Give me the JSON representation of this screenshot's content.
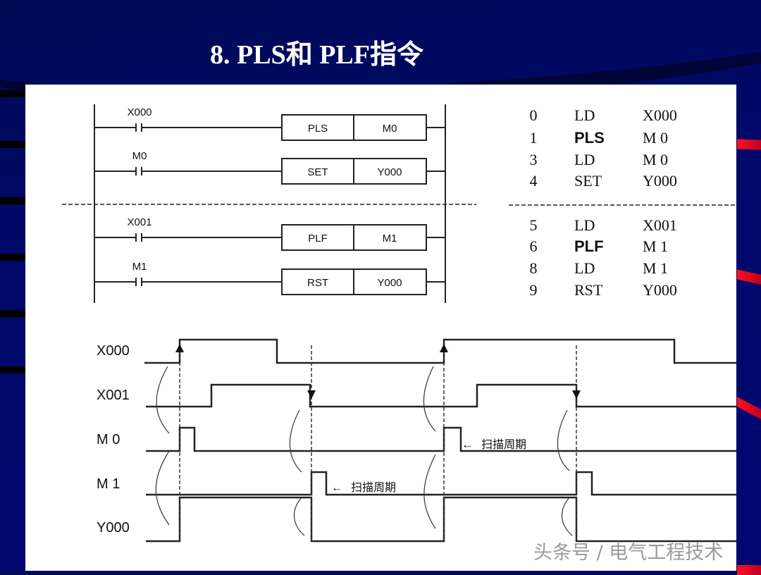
{
  "title": "8.   PLS和 PLF指令",
  "ladder": {
    "rungs": [
      {
        "contact": "X000",
        "instruction": "PLS",
        "operand": "M0"
      },
      {
        "contact": "M0",
        "instruction": "SET",
        "operand": "Y000"
      },
      {
        "contact": "X001",
        "instruction": "PLF",
        "operand": "M1"
      },
      {
        "contact": "M1",
        "instruction": "RST",
        "operand": "Y000"
      }
    ]
  },
  "instruction_list": [
    {
      "step": "0",
      "op": "LD",
      "operand": "X000"
    },
    {
      "step": "1",
      "op": "PLS",
      "operand": "M   0"
    },
    {
      "step": "3",
      "op": "LD",
      "operand": "M   0"
    },
    {
      "step": "4",
      "op": "SET",
      "operand": "Y000"
    },
    {
      "step": "5",
      "op": "LD",
      "operand": "X001"
    },
    {
      "step": "6",
      "op": "PLF",
      "operand": "M   1"
    },
    {
      "step": "8",
      "op": "LD",
      "operand": "M   1"
    },
    {
      "step": "9",
      "op": "RST",
      "operand": "Y000"
    }
  ],
  "timing": {
    "signals": [
      "X000",
      "X001",
      "M    0",
      "M    1",
      "Y000"
    ],
    "scan_cycle_label": "扫描周期"
  },
  "watermark": "头条号 / 电气工程技术",
  "colors": {
    "background": "#000770",
    "accent": "#ff1020",
    "title": "#ffffff"
  }
}
